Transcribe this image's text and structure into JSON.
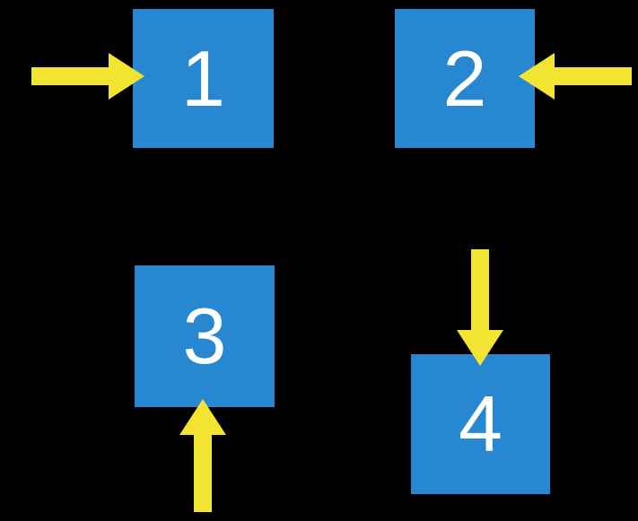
{
  "diagram": {
    "name": "four-numbered-squares-with-incoming-arrows",
    "colors": {
      "background": "#000000",
      "square": "#2787d0",
      "arrow": "#f2e430",
      "label": "#ffffff"
    },
    "squares": [
      {
        "label": "1",
        "arrow": "arrow-right-icon",
        "arrow_enters_from": "left"
      },
      {
        "label": "2",
        "arrow": "arrow-left-icon",
        "arrow_enters_from": "right"
      },
      {
        "label": "3",
        "arrow": "arrow-up-icon",
        "arrow_enters_from": "bottom"
      },
      {
        "label": "4",
        "arrow": "arrow-down-icon",
        "arrow_enters_from": "top"
      }
    ]
  }
}
